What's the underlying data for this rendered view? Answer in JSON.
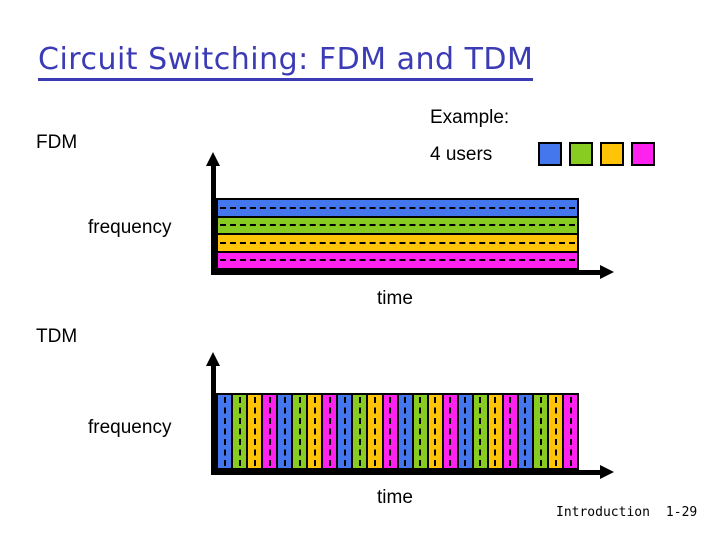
{
  "slide": {
    "title": "Circuit Switching: FDM and TDM",
    "title_color": "#3b3bb5"
  },
  "labels": {
    "fdm": "FDM",
    "tdm": "TDM",
    "example_heading": "Example:",
    "example_detail": "4 users",
    "frequency_axis_fdm": "frequency",
    "time_axis_fdm": "time",
    "frequency_axis_tdm": "frequency",
    "time_axis_tdm": "time"
  },
  "legend": {
    "swatches": [
      {
        "name": "user-1",
        "color": "#4477ee"
      },
      {
        "name": "user-2",
        "color": "#88cc22"
      },
      {
        "name": "user-3",
        "color": "#ffc408"
      },
      {
        "name": "user-4",
        "color": "#ff22ee"
      }
    ]
  },
  "footer": {
    "section": "Introduction",
    "page": "1-29"
  },
  "chart_data": [
    {
      "type": "bar",
      "id": "fdm-diagram",
      "title": "FDM",
      "xlabel": "time",
      "ylabel": "frequency",
      "orientation": "horizontal-bands",
      "grid": false,
      "legend_position": "top-right",
      "categories": [
        "user-4",
        "user-3",
        "user-2",
        "user-1"
      ],
      "bands_top_to_bottom": [
        {
          "user": "user-1",
          "color": "#4477ee",
          "frequency_slot": 4,
          "time_extent": "full"
        },
        {
          "user": "user-2",
          "color": "#88cc22",
          "frequency_slot": 3,
          "time_extent": "full"
        },
        {
          "user": "user-3",
          "color": "#ffc408",
          "frequency_slot": 2,
          "time_extent": "full"
        },
        {
          "user": "user-4",
          "color": "#ff22ee",
          "frequency_slot": 1,
          "time_extent": "full"
        }
      ],
      "values": [
        1,
        1,
        1,
        1
      ],
      "note": "Each of 4 users occupies a dedicated frequency band continuously across all time"
    },
    {
      "type": "bar",
      "id": "tdm-diagram",
      "title": "TDM",
      "xlabel": "time",
      "ylabel": "frequency",
      "orientation": "vertical-slots",
      "grid": false,
      "legend_position": "top-right",
      "slot_count": 24,
      "cycles": 6,
      "users_per_cycle": 4,
      "slots": [
        {
          "index": 1,
          "user": "user-1",
          "color": "#4477ee"
        },
        {
          "index": 2,
          "user": "user-2",
          "color": "#88cc22"
        },
        {
          "index": 3,
          "user": "user-3",
          "color": "#ffc408"
        },
        {
          "index": 4,
          "user": "user-4",
          "color": "#ff22ee"
        },
        {
          "index": 5,
          "user": "user-1",
          "color": "#4477ee"
        },
        {
          "index": 6,
          "user": "user-2",
          "color": "#88cc22"
        },
        {
          "index": 7,
          "user": "user-3",
          "color": "#ffc408"
        },
        {
          "index": 8,
          "user": "user-4",
          "color": "#ff22ee"
        },
        {
          "index": 9,
          "user": "user-1",
          "color": "#4477ee"
        },
        {
          "index": 10,
          "user": "user-2",
          "color": "#88cc22"
        },
        {
          "index": 11,
          "user": "user-3",
          "color": "#ffc408"
        },
        {
          "index": 12,
          "user": "user-4",
          "color": "#ff22ee"
        },
        {
          "index": 13,
          "user": "user-1",
          "color": "#4477ee"
        },
        {
          "index": 14,
          "user": "user-2",
          "color": "#88cc22"
        },
        {
          "index": 15,
          "user": "user-3",
          "color": "#ffc408"
        },
        {
          "index": 16,
          "user": "user-4",
          "color": "#ff22ee"
        },
        {
          "index": 17,
          "user": "user-1",
          "color": "#4477ee"
        },
        {
          "index": 18,
          "user": "user-2",
          "color": "#88cc22"
        },
        {
          "index": 19,
          "user": "user-3",
          "color": "#ffc408"
        },
        {
          "index": 20,
          "user": "user-4",
          "color": "#ff22ee"
        },
        {
          "index": 21,
          "user": "user-1",
          "color": "#4477ee"
        },
        {
          "index": 22,
          "user": "user-2",
          "color": "#88cc22"
        },
        {
          "index": 23,
          "user": "user-3",
          "color": "#ffc408"
        },
        {
          "index": 24,
          "user": "user-4",
          "color": "#ff22ee"
        }
      ],
      "note": "Each of 4 users gets the full frequency band during its periodic time slot"
    }
  ]
}
